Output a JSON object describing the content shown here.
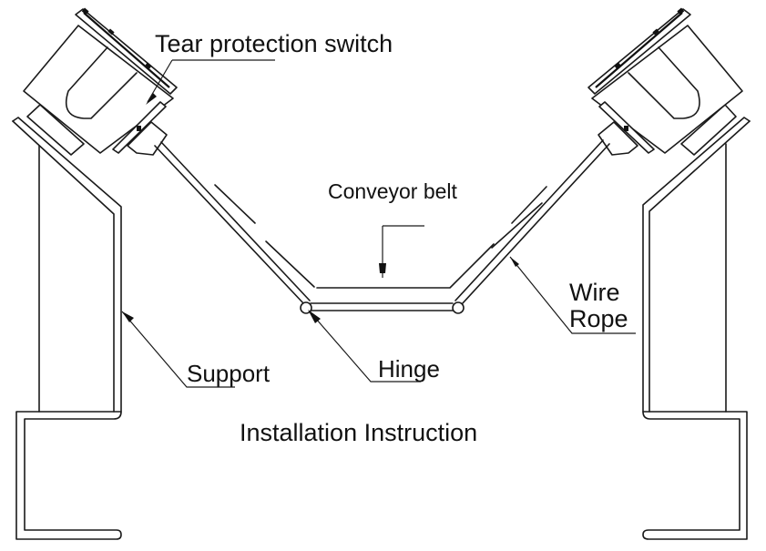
{
  "diagram": {
    "title": "Installation Instruction",
    "labels": {
      "tear_switch": "Tear protection switch",
      "conveyor_belt": "Conveyor belt",
      "wire_rope_line1": "Wire",
      "wire_rope_line2": "Rope",
      "support": "Support",
      "hinge": "Hinge"
    },
    "colors": {
      "line": "#1a1a1a",
      "background": "#ffffff"
    }
  }
}
